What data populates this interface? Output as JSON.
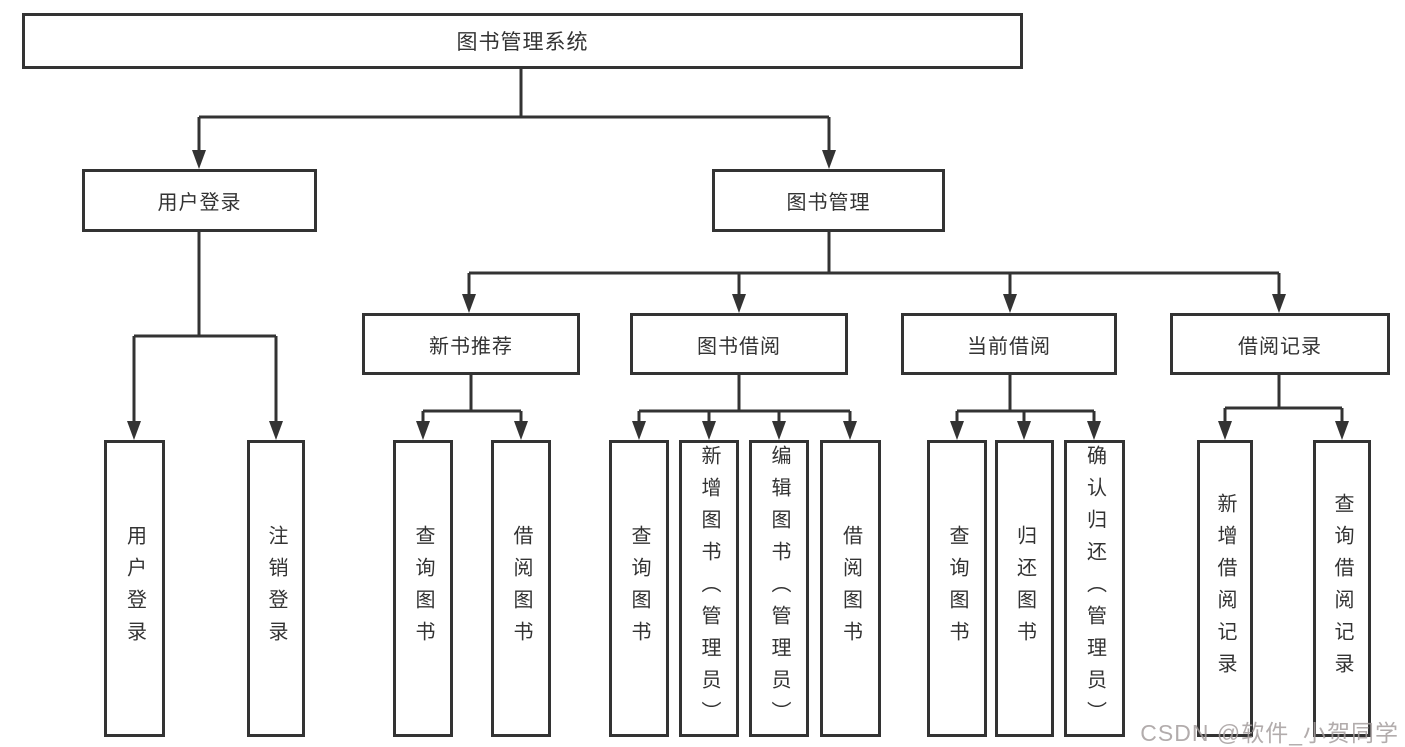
{
  "diagram_type": "functional-structure-tree",
  "tree": {
    "root": {
      "label": "图书管理系统",
      "children": [
        {
          "label": "用户登录",
          "children": [
            {
              "label": "用户登录"
            },
            {
              "label": "注销登录"
            }
          ]
        },
        {
          "label": "图书管理",
          "children": [
            {
              "label": "新书推荐",
              "children": [
                {
                  "label": "查询图书"
                },
                {
                  "label": "借阅图书"
                }
              ]
            },
            {
              "label": "图书借阅",
              "children": [
                {
                  "label": "查询图书"
                },
                {
                  "label": "新增图书（管理员）"
                },
                {
                  "label": "编辑图书（管理员）"
                },
                {
                  "label": "借阅图书"
                }
              ]
            },
            {
              "label": "当前借阅",
              "children": [
                {
                  "label": "查询图书"
                },
                {
                  "label": "归还图书"
                },
                {
                  "label": "确认归还（管理员）"
                }
              ]
            },
            {
              "label": "借阅记录",
              "children": [
                {
                  "label": "新增借阅记录"
                },
                {
                  "label": "查询借阅记录"
                }
              ]
            }
          ]
        }
      ]
    }
  },
  "watermark": {
    "text": "CSDN @软件_小贺同学"
  },
  "colors": {
    "line": "#333333",
    "text": "#333333",
    "background": "#ffffff",
    "watermark": "#a59e9e"
  }
}
